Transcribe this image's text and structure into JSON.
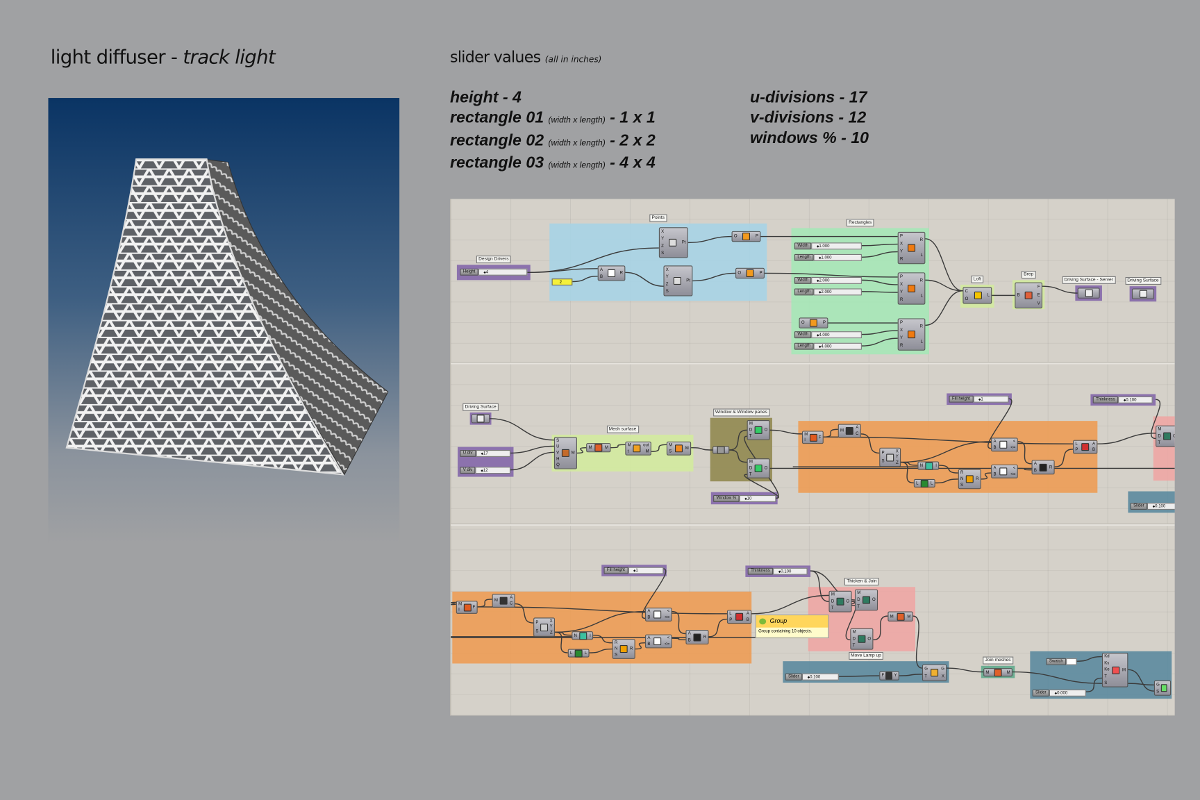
{
  "title": {
    "main": "light diffuser - ",
    "italic": "track light"
  },
  "slider_values": {
    "heading": "slider values",
    "note": "(all in inches)",
    "left": [
      {
        "label": "height",
        "note": "",
        "value": "- 4"
      },
      {
        "label": "rectangle 01",
        "note": "(width x length)",
        "value": "- 1 x 1"
      },
      {
        "label": "rectangle 02",
        "note": "(width x length)",
        "value": "- 2 x 2"
      },
      {
        "label": "rectangle 03",
        "note": "(width x length)",
        "value": "- 4 x 4"
      }
    ],
    "right": [
      {
        "label": "u-divisions",
        "value": "- 17"
      },
      {
        "label": "v-divisions",
        "value": "- 12"
      },
      {
        "label": "windows %",
        "value": "- 10"
      }
    ]
  },
  "colors": {
    "background": "#a0a1a3",
    "canvas": "#d5d1c9",
    "purple": "#7f62a8",
    "blue": "#a4d3e8",
    "green": "#a3e9b6",
    "lightgreen": "#d2ec9c",
    "olive": "#8d8549",
    "orange": "#ee9a4f",
    "pink": "#f0a5a2",
    "teal": "#55869c",
    "tealgreen": "#5aa88a"
  },
  "canvas": {
    "groups": [
      {
        "id": "g_dd",
        "label": "Design Drivers",
        "color": "purple"
      },
      {
        "id": "g_points",
        "label": "Points",
        "color": "blue"
      },
      {
        "id": "g_rect",
        "label": "Rectangles",
        "color": "green"
      },
      {
        "id": "g_loft",
        "label": "Loft",
        "color": "lightgreen"
      },
      {
        "id": "g_brep",
        "label": "Brep",
        "color": "lightgreen"
      },
      {
        "id": "g_dss",
        "label": "Driving Surface - Server",
        "color": "purple"
      },
      {
        "id": "g_ds1",
        "label": "Driving Surface",
        "color": "purple"
      },
      {
        "id": "g_ds2",
        "label": "Driving Surface",
        "color": "purple"
      },
      {
        "id": "g_uv",
        "label": null,
        "color": "purple"
      },
      {
        "id": "g_mesh",
        "label": "Mesh surface",
        "color": "lightgreen"
      },
      {
        "id": "g_win",
        "label": "Window & Window panes",
        "color": "olive"
      },
      {
        "id": "g_winpct",
        "label": null,
        "color": "purple"
      },
      {
        "id": "g_or1",
        "label": null,
        "color": "orange"
      },
      {
        "id": "g_fh1",
        "label": null,
        "color": "purple"
      },
      {
        "id": "g_th1",
        "label": null,
        "color": "purple"
      },
      {
        "id": "g_pink1",
        "label": null,
        "color": "pink"
      },
      {
        "id": "g_teal1",
        "label": null,
        "color": "teal"
      },
      {
        "id": "g_or2",
        "label": null,
        "color": "orange"
      },
      {
        "id": "g_fh2",
        "label": null,
        "color": "purple"
      },
      {
        "id": "g_th2",
        "label": null,
        "color": "purple"
      },
      {
        "id": "g_thick",
        "label": "Thicken & Join",
        "color": "pink"
      },
      {
        "id": "g_move",
        "label": "Move Lamp up",
        "color": "teal"
      },
      {
        "id": "g_join",
        "label": "Join meshes",
        "color": "tealgreen"
      },
      {
        "id": "g_shade",
        "label": null,
        "color": "teal"
      }
    ],
    "sliders": [
      {
        "id": "s_height",
        "label": "Height",
        "value": "4"
      },
      {
        "id": "s_w1",
        "label": "Width",
        "value": "1.000"
      },
      {
        "id": "s_l1",
        "label": "Length",
        "value": "1.000"
      },
      {
        "id": "s_w2",
        "label": "Width",
        "value": "2.000"
      },
      {
        "id": "s_l2",
        "label": "Length",
        "value": "2.000"
      },
      {
        "id": "s_w3",
        "label": "Width",
        "value": "4.000"
      },
      {
        "id": "s_l3",
        "label": "Length",
        "value": "4.000"
      },
      {
        "id": "s_u",
        "label": "U div",
        "value": "17"
      },
      {
        "id": "s_v",
        "label": "V div",
        "value": "12"
      },
      {
        "id": "s_win",
        "label": "Window %",
        "value": "10"
      },
      {
        "id": "s_fh1",
        "label": "Fill height",
        "value": "1"
      },
      {
        "id": "s_th1",
        "label": "Thinkness",
        "value": "0.100"
      },
      {
        "id": "s_sl1",
        "label": "Slider",
        "value": "0.100"
      },
      {
        "id": "s_fh2",
        "label": "Fill height",
        "value": "1"
      },
      {
        "id": "s_th2",
        "label": "Thinkness",
        "value": "0.100"
      },
      {
        "id": "s_sl2",
        "label": "Slider",
        "value": "0.100"
      },
      {
        "id": "s_sl3",
        "label": "Slider",
        "value": "0.000"
      }
    ],
    "panels": [
      {
        "id": "p_two",
        "label": "",
        "value": "2",
        "color": "#f5f03a"
      },
      {
        "id": "p_swatch",
        "label": "Swatch",
        "value": "",
        "color": "#ffffff"
      }
    ],
    "nodes": [
      {
        "id": "n_pt1",
        "inputs": [
          "X",
          "Y",
          "Z",
          "S"
        ],
        "outputs": [
          "Pt"
        ],
        "icon": "construct-point"
      },
      {
        "id": "n_pt2",
        "inputs": [
          "X",
          "Y",
          "Z",
          "S"
        ],
        "outputs": [
          "Pt"
        ],
        "icon": "construct-point"
      },
      {
        "id": "n_div",
        "inputs": [
          "A",
          "B"
        ],
        "outputs": [
          "R"
        ],
        "icon": "division"
      },
      {
        "id": "n_xy1",
        "inputs": [
          "O"
        ],
        "outputs": [
          "P"
        ],
        "icon": "xy-plane"
      },
      {
        "id": "n_xy2",
        "inputs": [
          "O"
        ],
        "outputs": [
          "P"
        ],
        "icon": "xy-plane"
      },
      {
        "id": "n_xy3",
        "inputs": [
          "O"
        ],
        "outputs": [
          "P"
        ],
        "icon": "xy-plane"
      },
      {
        "id": "n_r1",
        "inputs": [
          "P",
          "X",
          "Y",
          "R"
        ],
        "outputs": [
          "R",
          "L"
        ],
        "icon": "rectangle"
      },
      {
        "id": "n_r2",
        "inputs": [
          "P",
          "X",
          "Y",
          "R"
        ],
        "outputs": [
          "R",
          "L"
        ],
        "icon": "rectangle"
      },
      {
        "id": "n_r3",
        "inputs": [
          "P",
          "X",
          "Y",
          "R"
        ],
        "outputs": [
          "R",
          "L"
        ],
        "icon": "rectangle"
      },
      {
        "id": "n_loft",
        "inputs": [
          "C",
          "O"
        ],
        "outputs": [
          "L"
        ],
        "icon": "loft"
      },
      {
        "id": "n_brep",
        "inputs": [
          "B"
        ],
        "outputs": [
          "F",
          "E",
          "V"
        ],
        "icon": "brep"
      },
      {
        "id": "n_dss",
        "inputs": [],
        "outputs": [],
        "icon": "surface-param"
      },
      {
        "id": "n_ds1",
        "inputs": [],
        "outputs": [],
        "icon": "surface-param"
      },
      {
        "id": "n_ds2",
        "inputs": [],
        "outputs": [],
        "icon": "surface-param"
      },
      {
        "id": "n_msurf",
        "inputs": [
          "S",
          "U",
          "V",
          "H",
          "Q"
        ],
        "outputs": [
          "M"
        ],
        "icon": "mesh-surface"
      },
      {
        "id": "n_m1",
        "inputs": [
          "M"
        ],
        "outputs": [
          "M"
        ],
        "icon": "mesh"
      },
      {
        "id": "n_m2",
        "inputs": [
          "M",
          "t"
        ],
        "outputs": [
          "out",
          "M"
        ],
        "icon": "weld"
      },
      {
        "id": "n_m3",
        "inputs": [
          "M",
          "S"
        ],
        "outputs": [
          "M"
        ],
        "icon": "quad-mesh"
      },
      {
        "id": "n_mp",
        "inputs": [],
        "outputs": [],
        "icon": "mesh-param"
      },
      {
        "id": "n_w1",
        "inputs": [
          "M",
          "D",
          "T"
        ],
        "outputs": [
          "O"
        ],
        "icon": "window"
      },
      {
        "id": "n_w2",
        "inputs": [
          "M",
          "D",
          "T"
        ],
        "outputs": [
          "O"
        ],
        "icon": "window"
      },
      {
        "id": "o1_a",
        "inputs": [
          "M",
          "I"
        ],
        "outputs": [
          "F"
        ],
        "icon": "face"
      },
      {
        "id": "o1_b",
        "inputs": [
          "M"
        ],
        "outputs": [
          "A",
          "C"
        ],
        "icon": "area"
      },
      {
        "id": "o1_c",
        "inputs": [
          "P",
          "S"
        ],
        "outputs": [
          "X",
          "Y",
          "Z"
        ],
        "icon": "decompose"
      },
      {
        "id": "o1_d",
        "inputs": [
          "N"
        ],
        "outputs": [
          "I"
        ],
        "icon": "series"
      },
      {
        "id": "o1_e",
        "inputs": [
          "L"
        ],
        "outputs": [
          "L"
        ],
        "icon": "list-length"
      },
      {
        "id": "o1_f",
        "inputs": [
          "R",
          "N",
          "S"
        ],
        "outputs": [
          "R"
        ],
        "icon": "random"
      },
      {
        "id": "o1_g",
        "inputs": [
          "A",
          "B"
        ],
        "outputs": [
          "<",
          "<="
        ],
        "icon": "smaller"
      },
      {
        "id": "o1_h",
        "inputs": [
          "A",
          "B"
        ],
        "outputs": [
          "<",
          "<="
        ],
        "icon": "smaller"
      },
      {
        "id": "o1_i",
        "inputs": [
          "A",
          "B"
        ],
        "outputs": [
          "R"
        ],
        "icon": "or-gate"
      },
      {
        "id": "o1_j",
        "inputs": [
          "L",
          "P"
        ],
        "outputs": [
          "A",
          "B"
        ],
        "icon": "dispatch"
      },
      {
        "id": "p1_a",
        "inputs": [
          "M",
          "D",
          "T"
        ],
        "outputs": [
          "O"
        ],
        "icon": "thicken"
      },
      {
        "id": "o2_a",
        "inputs": [
          "M",
          "I"
        ],
        "outputs": [
          "F"
        ],
        "icon": "face"
      },
      {
        "id": "o2_b",
        "inputs": [
          "M"
        ],
        "outputs": [
          "A",
          "C"
        ],
        "icon": "area"
      },
      {
        "id": "o2_c",
        "inputs": [
          "P",
          "S"
        ],
        "outputs": [
          "X",
          "Y",
          "Z"
        ],
        "icon": "decompose"
      },
      {
        "id": "o2_d",
        "inputs": [
          "N"
        ],
        "outputs": [
          "I"
        ],
        "icon": "series"
      },
      {
        "id": "o2_e",
        "inputs": [
          "L"
        ],
        "outputs": [
          "L"
        ],
        "icon": "list-length"
      },
      {
        "id": "o2_f",
        "inputs": [
          "R",
          "N",
          "S"
        ],
        "outputs": [
          "R"
        ],
        "icon": "random"
      },
      {
        "id": "o2_g",
        "inputs": [
          "A",
          "B"
        ],
        "outputs": [
          "<",
          "<="
        ],
        "icon": "smaller"
      },
      {
        "id": "o2_h",
        "inputs": [
          "A",
          "B"
        ],
        "outputs": [
          "<",
          "<="
        ],
        "icon": "smaller"
      },
      {
        "id": "o2_i",
        "inputs": [
          "A",
          "B"
        ],
        "outputs": [
          "R"
        ],
        "icon": "or-gate"
      },
      {
        "id": "o2_j",
        "inputs": [
          "L",
          "P"
        ],
        "outputs": [
          "A",
          "B"
        ],
        "icon": "dispatch"
      },
      {
        "id": "t_a",
        "inputs": [
          "M",
          "D",
          "T"
        ],
        "outputs": [
          "O"
        ],
        "icon": "thicken"
      },
      {
        "id": "t_b",
        "inputs": [
          "M",
          "D",
          "T"
        ],
        "outputs": [
          "O"
        ],
        "icon": "thicken"
      },
      {
        "id": "t_c",
        "inputs": [
          "M",
          "D",
          "T"
        ],
        "outputs": [
          "O"
        ],
        "icon": "thicken"
      },
      {
        "id": "t_d",
        "inputs": [
          "M"
        ],
        "outputs": [
          "M"
        ],
        "icon": "mesh"
      },
      {
        "id": "mv_a",
        "inputs": [
          "F"
        ],
        "outputs": [
          "Y"
        ],
        "icon": "unit-z"
      },
      {
        "id": "mv_b",
        "inputs": [
          "G",
          "T"
        ],
        "outputs": [
          "G",
          "X"
        ],
        "icon": "move"
      },
      {
        "id": "j_a",
        "inputs": [
          "M"
        ],
        "outputs": [
          "M"
        ],
        "icon": "mesh"
      },
      {
        "id": "sh_a",
        "inputs": [
          "Kd",
          "Ks",
          "Ke",
          "T",
          "S"
        ],
        "outputs": [
          "M"
        ],
        "icon": "material"
      },
      {
        "id": "sh_b",
        "inputs": [
          "G",
          "S"
        ],
        "outputs": [],
        "icon": "preview"
      }
    ],
    "tooltip": {
      "title": "Group",
      "text": "Group containing 10 objects."
    }
  }
}
